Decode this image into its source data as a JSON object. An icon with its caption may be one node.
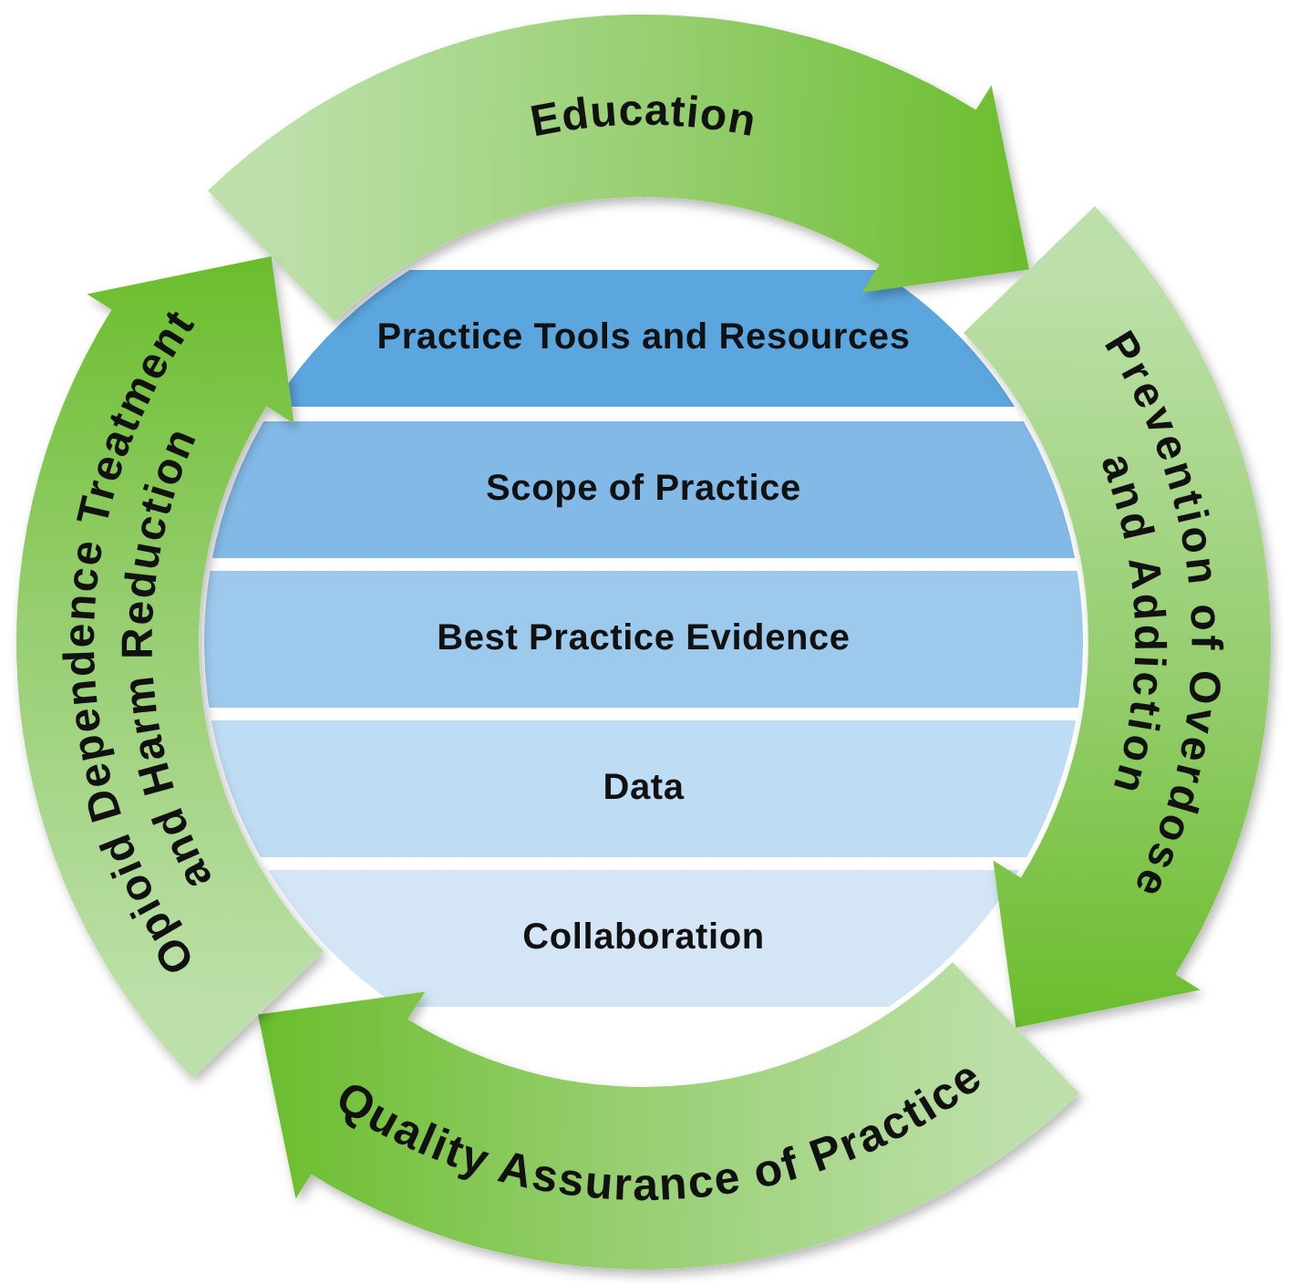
{
  "diagram": {
    "nodes": [
      {
        "text": [
          "Education"
        ]
      },
      {
        "text": [
          "Prevention of Overdose and Addiction"
        ]
      },
      {
        "text": [
          "Quality Assurance of Practice"
        ]
      },
      {
        "text": [
          "Opioid Dependence Treatment and Harm Reduction"
        ]
      },
      {
        "text": [
          "Practice Tools and Resources"
        ]
      },
      {
        "text": [
          "Scope of Practice"
        ]
      },
      {
        "text": [
          "Best Practice Evidence"
        ]
      },
      {
        "text": [
          "Data"
        ]
      },
      {
        "text": [
          "Collaboration"
        ]
      }
    ]
  }
}
